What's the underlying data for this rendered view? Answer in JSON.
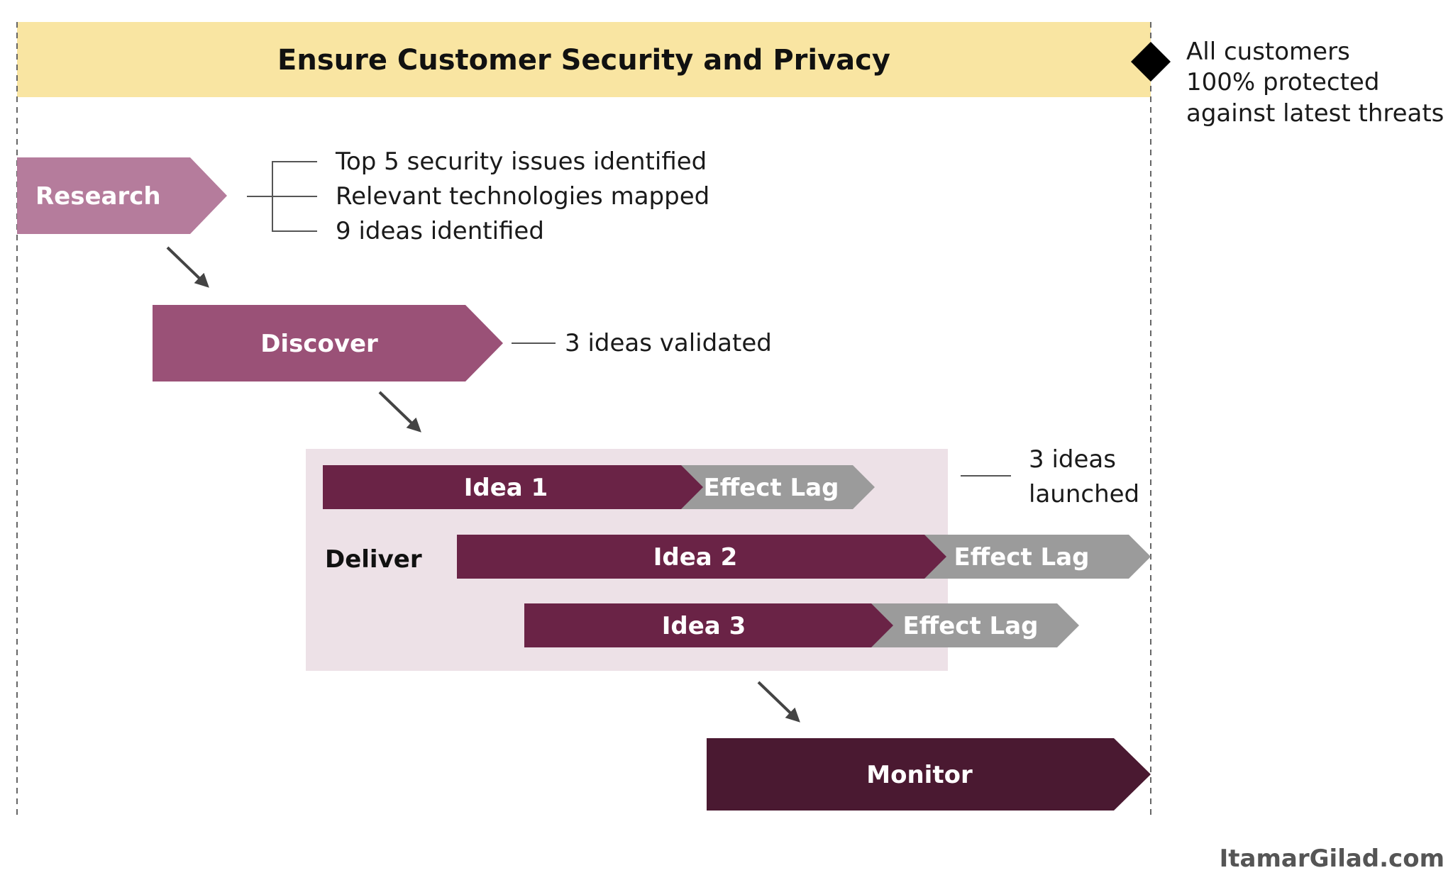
{
  "goal": {
    "title": "Ensure Customer Security and Privacy",
    "outcome_lines": [
      "All customers",
      "100% protected",
      "against latest threats"
    ]
  },
  "research": {
    "label": "Research",
    "outcomes": [
      "Top 5 security issues identified",
      "Relevant technologies mapped",
      "9 ideas identified"
    ]
  },
  "discover": {
    "label": "Discover",
    "outcome": "3 ideas validated"
  },
  "deliver": {
    "label": "Deliver",
    "ideas": [
      {
        "label": "Idea 1",
        "lag_label": "Effect Lag"
      },
      {
        "label": "Idea 2",
        "lag_label": "Effect Lag"
      },
      {
        "label": "Idea 3",
        "lag_label": "Effect Lag"
      }
    ],
    "outcome_lines": [
      "3 ideas",
      "launched"
    ]
  },
  "monitor": {
    "label": "Monitor"
  },
  "watermark": "ItamarGilad.com",
  "colors": {
    "goal_band": "#f9e5a2",
    "research": "#b57c9c",
    "discover": "#9a5177",
    "deliver_bg": "#ede1e7",
    "idea": "#6a2346",
    "effect_lag": "#9b9b9b",
    "monitor": "#4a1931",
    "dashed_line": "#666666",
    "arrow": "#444444"
  }
}
